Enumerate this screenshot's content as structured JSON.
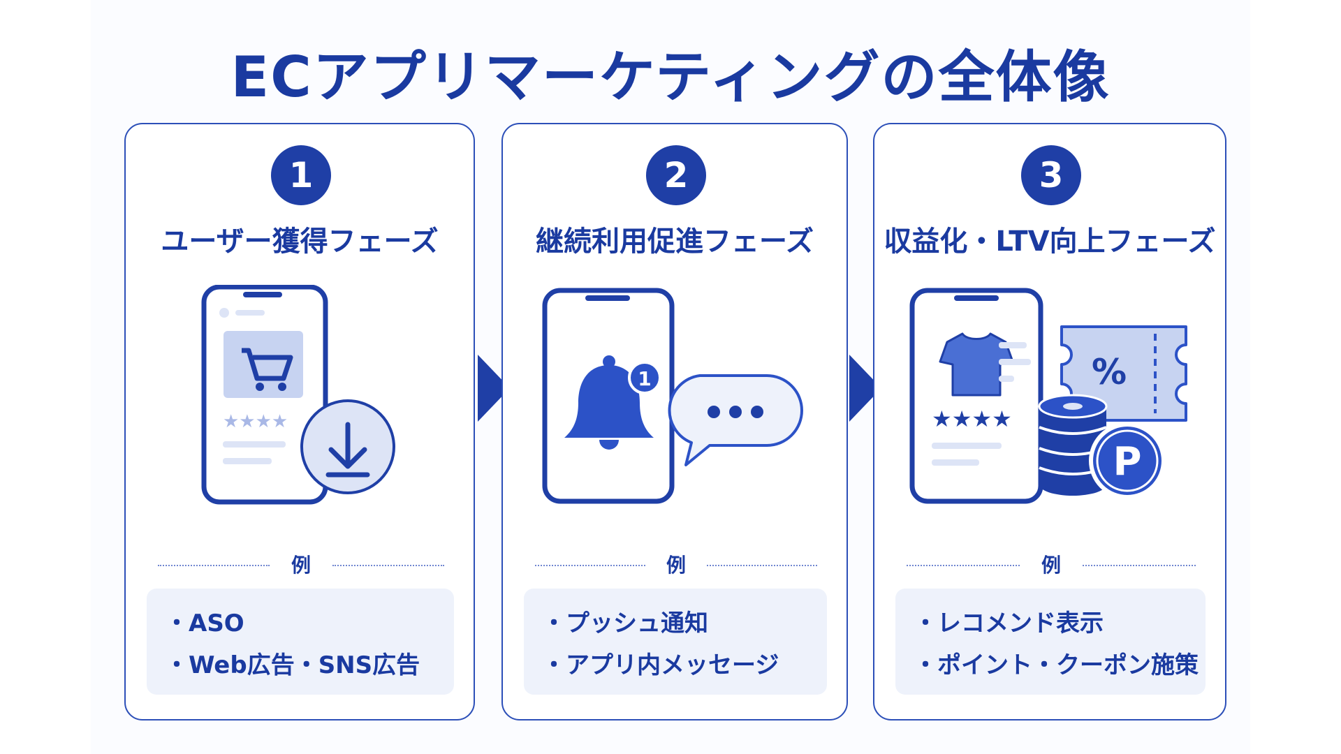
{
  "title": "ECアプリマーケティングの全体像",
  "colors": {
    "primary": "#1f3fa6",
    "light": "#cfdaf4",
    "box": "#eef2fb"
  },
  "example_label": "例",
  "phases": [
    {
      "number": "1",
      "name": "ユーザー獲得フェーズ",
      "icons": [
        "smartphone-icon",
        "cart-icon",
        "star-rating-icon",
        "download-icon"
      ],
      "examples": [
        "ASO",
        "Web広告・SNS広告"
      ]
    },
    {
      "number": "2",
      "name": "継続利用促進フェーズ",
      "icons": [
        "smartphone-icon",
        "bell-icon",
        "chat-bubble-icon"
      ],
      "notification_count": "1",
      "examples": [
        "プッシュ通知",
        "アプリ内メッセージ"
      ]
    },
    {
      "number": "3",
      "name": "収益化・LTV向上フェーズ",
      "icons": [
        "smartphone-icon",
        "tshirt-icon",
        "star-rating-icon",
        "coupon-icon",
        "coin-stack-icon"
      ],
      "coupon_symbol": "%",
      "point_symbol": "P",
      "examples": [
        "レコメンド表示",
        "ポイント・クーポン施策"
      ]
    }
  ],
  "bullet": "・"
}
